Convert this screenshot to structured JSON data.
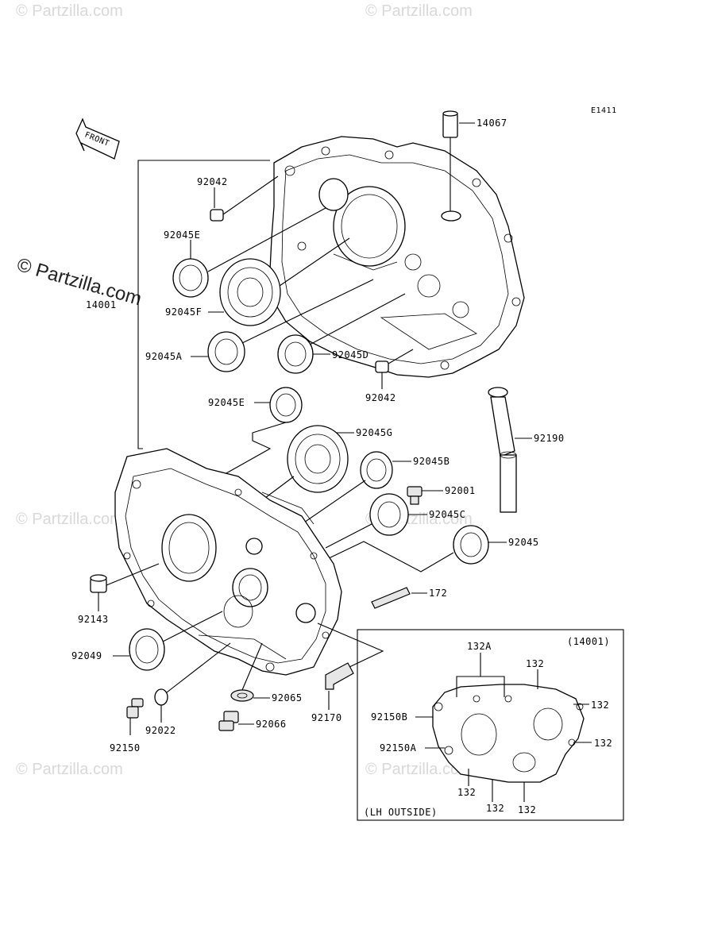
{
  "watermarks": {
    "text": "© Partzilla.com",
    "main_text": "© Partzilla.com"
  },
  "header": {
    "code": "E1411",
    "front": "FRONT"
  },
  "parts": {
    "p14067": "14067",
    "p92042_top": "92042",
    "p92045E_top": "92045E",
    "p14001": "14001",
    "p92045F": "92045F",
    "p92045A": "92045A",
    "p92045D": "92045D",
    "p92042_mid": "92042",
    "p92045E_mid": "92045E",
    "p92045G": "92045G",
    "p92045B": "92045B",
    "p92001": "92001",
    "p92045C": "92045C",
    "p92190": "92190",
    "p92045": "92045",
    "p172": "172",
    "p92143": "92143",
    "p92049": "92049",
    "p92065": "92065",
    "p92170": "92170",
    "p92066": "92066",
    "p92022": "92022",
    "p92150": "92150"
  },
  "inset": {
    "ref": "(14001)",
    "caption": "(LH OUTSIDE)",
    "p132A": "132A",
    "p132_a": "132",
    "p132_b": "132",
    "p132_c": "132",
    "p132_d": "132",
    "p132_e": "132",
    "p132_f": "132",
    "p92150B": "92150B",
    "p92150A": "92150A"
  }
}
